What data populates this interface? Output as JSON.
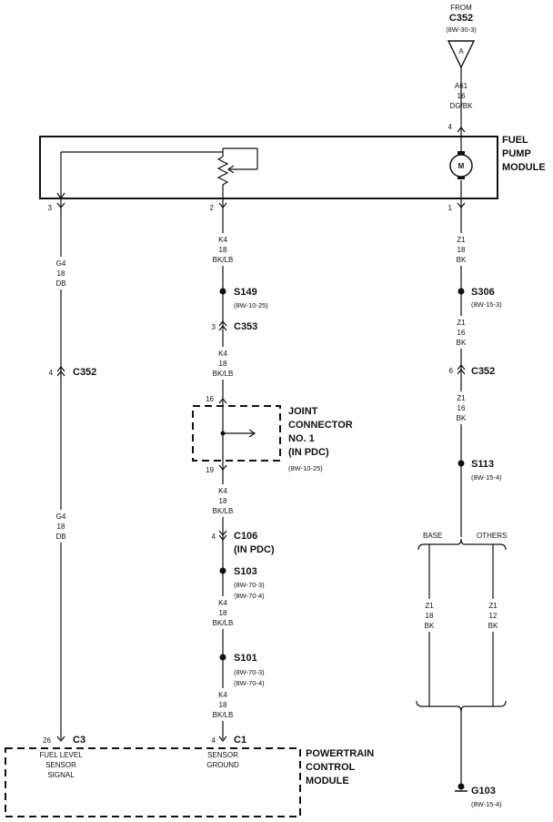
{
  "source": {
    "from": "FROM",
    "connector": "C352",
    "ref": "(8W-30-3)",
    "letter": "A",
    "wire_circuit": "A61",
    "wire_gauge": "16",
    "wire_color": "DG/BK",
    "pin_in": "4"
  },
  "fuel_pump_module": {
    "line1": "FUEL",
    "line2": "PUMP",
    "line3": "MODULE",
    "motor": "M",
    "pin_left": "3",
    "pin_mid": "2",
    "pin_right": "1"
  },
  "left_wire": {
    "upper": {
      "circuit": "G4",
      "gauge": "18",
      "color": "DB"
    },
    "connector_pin": "4",
    "connector": "C352",
    "lower": {
      "circuit": "G4",
      "gauge": "18",
      "color": "DB"
    },
    "pcm_pin": "26",
    "pcm_connector": "C3"
  },
  "mid_wire": {
    "w1": {
      "circuit": "K4",
      "gauge": "18",
      "color": "BK/LB"
    },
    "s149": {
      "name": "S149",
      "ref": "(8W-10-25)"
    },
    "c353": {
      "pin": "3",
      "name": "C353"
    },
    "w2": {
      "circuit": "K4",
      "gauge": "18",
      "color": "BK/LB"
    },
    "joint": {
      "pin_top": "16",
      "pin_bottom": "19",
      "line1": "JOINT",
      "line2": "CONNECTOR",
      "line3": "NO. 1",
      "line4": "(IN PDC)",
      "ref": "(8W-10-25)"
    },
    "w3": {
      "circuit": "K4",
      "gauge": "18",
      "color": "BK/LB"
    },
    "c106": {
      "pin": "4",
      "name": "C106",
      "sub": "(IN PDC)"
    },
    "s103": {
      "name": "S103",
      "ref1": "(8W-70-3)",
      "ref2": "(8W-70-4)"
    },
    "w4": {
      "circuit": "K4",
      "gauge": "18",
      "color": "BK/LB"
    },
    "s101": {
      "name": "S101",
      "ref1": "(8W-70-3)",
      "ref2": "(8W-70-4)"
    },
    "w5": {
      "circuit": "K4",
      "gauge": "18",
      "color": "BK/LB"
    },
    "pcm_pin": "4",
    "pcm_connector": "C1"
  },
  "right_wire": {
    "w1": {
      "circuit": "Z1",
      "gauge": "18",
      "color": "BK"
    },
    "s306": {
      "name": "S306",
      "ref": "(8W-15-3)"
    },
    "w2": {
      "circuit": "Z1",
      "gauge": "16",
      "color": "BK"
    },
    "c352": {
      "pin": "6",
      "name": "C352"
    },
    "w3": {
      "circuit": "Z1",
      "gauge": "16",
      "color": "BK"
    },
    "s113": {
      "name": "S113",
      "ref": "(8W-15-4)"
    },
    "base_label": "BASE",
    "others_label": "OTHERS",
    "base_wire": {
      "circuit": "Z1",
      "gauge": "18",
      "color": "BK"
    },
    "others_wire": {
      "circuit": "Z1",
      "gauge": "12",
      "color": "BK"
    },
    "ground": {
      "name": "G103",
      "ref": "(8W-15-4)"
    }
  },
  "pcm": {
    "line1": "POWERTRAIN",
    "line2": "CONTROL",
    "line3": "MODULE",
    "fuel_label1": "FUEL LEVEL",
    "fuel_label2": "SENSOR",
    "fuel_label3": "SIGNAL",
    "ground_label1": "SENSOR",
    "ground_label2": "GROUND"
  }
}
